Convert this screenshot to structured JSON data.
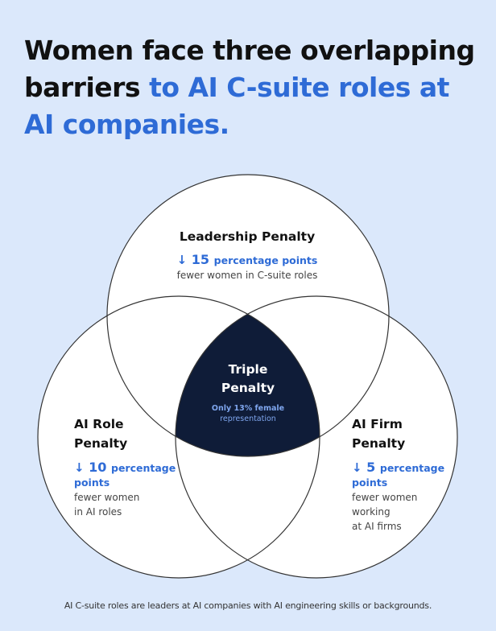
{
  "headline": {
    "part1": "Women face three overlapping barriers",
    "part2": "to AI C-suite roles at AI companies."
  },
  "colors": {
    "background": "#dbe8fb",
    "circle_fill": "#ffffff",
    "circle_stroke": "#333333",
    "center_fill": "#0f1c38",
    "accent": "#2e6bd6",
    "text": "#111111",
    "muted_text": "#444444"
  },
  "circles": {
    "leadership": {
      "title": "Leadership Penalty",
      "arrow": "↓",
      "value": "15",
      "unit": "percentage points",
      "desc": "fewer women in C-suite roles"
    },
    "ai_role": {
      "title_line1": "AI Role",
      "title_line2": "Penalty",
      "arrow": "↓",
      "value": "10",
      "unit_line1": "percentage",
      "unit_line2": "points",
      "desc_line1": "fewer women",
      "desc_line2": "in AI roles"
    },
    "ai_firm": {
      "title_line1": "AI Firm",
      "title_line2": "Penalty",
      "arrow": "↓",
      "value": "5",
      "unit_line1": "percentage",
      "unit_line2": "points",
      "desc_line1": "fewer women",
      "desc_line2": "working",
      "desc_line3": "at AI firms"
    }
  },
  "center": {
    "title_line1": "Triple",
    "title_line2": "Penalty",
    "note_line1": "Only 13% female",
    "note_line2": "representation"
  },
  "footnote": "AI C-suite roles are leaders at AI companies with AI engineering skills or backgrounds."
}
